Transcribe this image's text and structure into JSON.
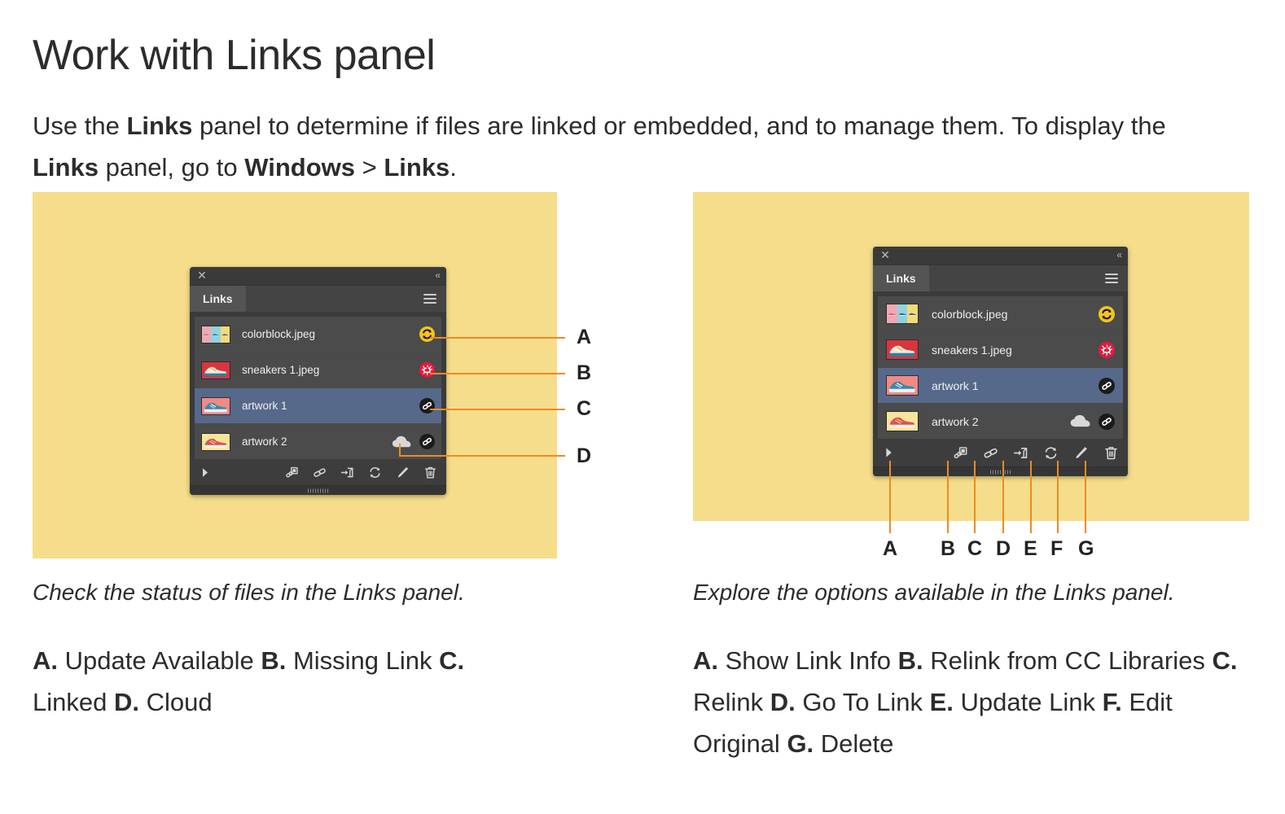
{
  "page": {
    "title": "Work with Links panel",
    "intro_parts": [
      {
        "t": "Use the ",
        "b": false
      },
      {
        "t": "Links",
        "b": true
      },
      {
        "t": " panel to determine if files are linked or embedded, and to manage them. To display the ",
        "b": false
      },
      {
        "t": "Links",
        "b": true
      },
      {
        "t": " panel, go to ",
        "b": false
      },
      {
        "t": "Windows",
        "b": true
      },
      {
        "t": " > ",
        "b": false
      },
      {
        "t": "Links",
        "b": true
      },
      {
        "t": ".",
        "b": false
      }
    ],
    "intro_plain": "Use the Links panel to determine if files are linked or embedded, and to manage them. To display the Links panel, go to Windows > Links."
  },
  "colors": {
    "plate_yellow": "#f5dd8b",
    "callout_orange": "#e98c24",
    "panel_bg": "#3b3b3b",
    "row_bg": "#4b4b4b",
    "row_selected": "#56698a",
    "update_available_yellow": "#f5c518",
    "missing_link_red": "#e8173d",
    "linked_black": "#1b1b1b",
    "cloud_gray": "#d8d8d8",
    "text_light": "#efefef"
  },
  "figure_left": {
    "panel": {
      "close_icon": "close-icon",
      "collapse_icon": "collapse-double-chevron-icon",
      "tab_label": "Links",
      "menu_icon": "hamburger-menu-icon",
      "rows": [
        {
          "name": "colorblock.jpeg",
          "thumb": "colorblock-thumbnail",
          "status": [
            "update-available"
          ],
          "selected": false
        },
        {
          "name": "sneakers 1.jpeg",
          "thumb": "red-sneaker-thumbnail",
          "status": [
            "missing-link"
          ],
          "selected": false
        },
        {
          "name": "artwork 1",
          "thumb": "blue-sneaker-thumbnail",
          "status": [
            "linked"
          ],
          "selected": true
        },
        {
          "name": "artwork 2",
          "thumb": "yellow-sneaker-thumbnail",
          "status": [
            "cloud",
            "linked"
          ],
          "selected": false
        }
      ],
      "toolbar": [
        {
          "icon": "show-link-info-triangle-icon",
          "label": "Show Link Info"
        },
        {
          "icon": "relink-from-cc-libraries-icon",
          "label": "Relink from CC Libraries"
        },
        {
          "icon": "relink-icon",
          "label": "Relink"
        },
        {
          "icon": "go-to-link-icon",
          "label": "Go To Link"
        },
        {
          "icon": "update-link-icon",
          "label": "Update Link"
        },
        {
          "icon": "edit-original-pencil-icon",
          "label": "Edit Original"
        },
        {
          "icon": "delete-trash-icon",
          "label": "Delete"
        }
      ]
    },
    "callouts": [
      {
        "letter": "A",
        "target": "update-available-badge"
      },
      {
        "letter": "B",
        "target": "missing-link-badge"
      },
      {
        "letter": "C",
        "target": "linked-badge"
      },
      {
        "letter": "D",
        "target": "cloud-badge"
      }
    ],
    "caption": "Check the status of files in the Links panel.",
    "legend_parts": [
      {
        "t": "A.",
        "b": true
      },
      {
        "t": " Update Available ",
        "b": false
      },
      {
        "t": "B.",
        "b": true
      },
      {
        "t": " Missing Link ",
        "b": false
      },
      {
        "t": "C.",
        "b": true
      },
      {
        "t": " Linked ",
        "b": false
      },
      {
        "t": "D.",
        "b": true
      },
      {
        "t": " Cloud",
        "b": false
      }
    ],
    "legend_plain": "A. Update Available B. Missing Link C. Linked D. Cloud"
  },
  "figure_right": {
    "panel": {
      "close_icon": "close-icon",
      "collapse_icon": "collapse-double-chevron-icon",
      "tab_label": "Links",
      "menu_icon": "hamburger-menu-icon",
      "rows": [
        {
          "name": "colorblock.jpeg",
          "thumb": "colorblock-thumbnail",
          "status": [
            "update-available"
          ],
          "selected": false
        },
        {
          "name": "sneakers 1.jpeg",
          "thumb": "red-sneaker-thumbnail",
          "status": [
            "missing-link"
          ],
          "selected": false
        },
        {
          "name": "artwork 1",
          "thumb": "blue-sneaker-thumbnail",
          "status": [
            "linked"
          ],
          "selected": true
        },
        {
          "name": "artwork 2",
          "thumb": "yellow-sneaker-thumbnail",
          "status": [
            "cloud",
            "linked"
          ],
          "selected": false
        }
      ],
      "toolbar": [
        {
          "icon": "show-link-info-triangle-icon",
          "label": "Show Link Info"
        },
        {
          "icon": "relink-from-cc-libraries-icon",
          "label": "Relink from CC Libraries"
        },
        {
          "icon": "relink-icon",
          "label": "Relink"
        },
        {
          "icon": "go-to-link-icon",
          "label": "Go To Link"
        },
        {
          "icon": "update-link-icon",
          "label": "Update Link"
        },
        {
          "icon": "edit-original-pencil-icon",
          "label": "Edit Original"
        },
        {
          "icon": "delete-trash-icon",
          "label": "Delete"
        }
      ]
    },
    "callouts": [
      {
        "letter": "A",
        "target": "show-link-info-triangle-icon"
      },
      {
        "letter": "B",
        "target": "relink-from-cc-libraries-icon"
      },
      {
        "letter": "C",
        "target": "relink-icon"
      },
      {
        "letter": "D",
        "target": "go-to-link-icon"
      },
      {
        "letter": "E",
        "target": "update-link-icon"
      },
      {
        "letter": "F",
        "target": "edit-original-pencil-icon"
      },
      {
        "letter": "G",
        "target": "delete-trash-icon"
      }
    ],
    "caption": "Explore the options available in the Links panel.",
    "legend_parts": [
      {
        "t": "A.",
        "b": true
      },
      {
        "t": " Show Link Info ",
        "b": false
      },
      {
        "t": "B.",
        "b": true
      },
      {
        "t": " Relink from CC Libraries ",
        "b": false
      },
      {
        "t": "C.",
        "b": true
      },
      {
        "t": " Relink ",
        "b": false
      },
      {
        "t": "D.",
        "b": true
      },
      {
        "t": " Go To Link ",
        "b": false
      },
      {
        "t": "E.",
        "b": true
      },
      {
        "t": " Update Link ",
        "b": false
      },
      {
        "t": "F.",
        "b": true
      },
      {
        "t": " Edit Original ",
        "b": false
      },
      {
        "t": "G.",
        "b": true
      },
      {
        "t": " Delete",
        "b": false
      }
    ],
    "legend_plain": "A. Show Link Info B. Relink from CC Libraries C. Relink D. Go To Link E. Update Link F. Edit Original G. Delete"
  }
}
